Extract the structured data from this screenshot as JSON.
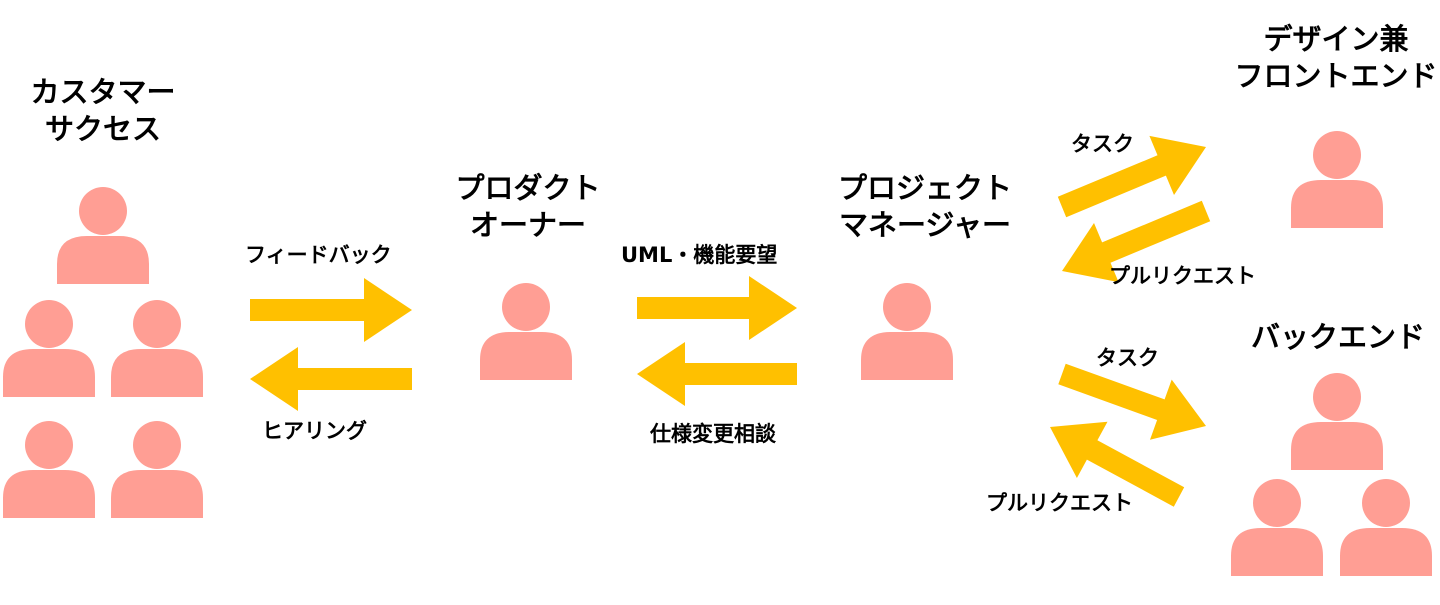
{
  "colors": {
    "person": "#FF9E94",
    "arrow": "#FFC000",
    "text": "#000000"
  },
  "roles": {
    "customer_success": [
      "カスタマー",
      "サクセス"
    ],
    "product_owner": [
      "プロダクト",
      "オーナー"
    ],
    "project_manager": [
      "プロジェクト",
      "マネージャー"
    ],
    "design_frontend": [
      "デザイン兼",
      "フロントエンド"
    ],
    "backend": [
      "バックエンド"
    ]
  },
  "flows": {
    "feedback": "フィードバック",
    "hearing": "ヒアリング",
    "uml_requests": "UML・機能要望",
    "spec_change": "仕様変更相談",
    "task_frontend": "タスク",
    "pullrequest_frontend": "プルリクエスト",
    "task_backend": "タスク",
    "pullrequest_backend": "プルリクエスト"
  },
  "icons": {
    "person": "person-icon",
    "arrow": "arrow-icon"
  }
}
